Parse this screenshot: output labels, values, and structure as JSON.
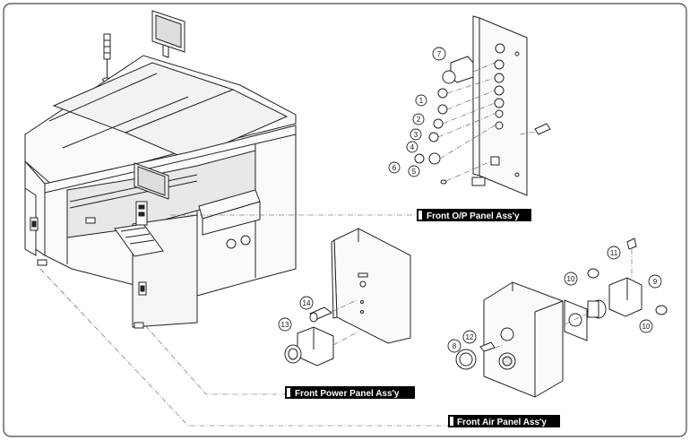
{
  "labels": {
    "front_op": "Front O/P Panel Ass'y",
    "front_power": "Front Power Panel Ass'y",
    "front_air": "Front Air Panel Ass'y"
  },
  "callouts": {
    "c1": "1",
    "c2": "2",
    "c3": "3",
    "c4": "4",
    "c5": "5",
    "c6": "6",
    "c7": "7",
    "c8": "8",
    "c9": "9",
    "c10a": "10",
    "c10b": "10",
    "c11": "11",
    "c12": "12",
    "c13": "13",
    "c14": "14"
  },
  "colors": {
    "label_bg": "#000000",
    "line": "#222222",
    "frame": "#444444"
  }
}
